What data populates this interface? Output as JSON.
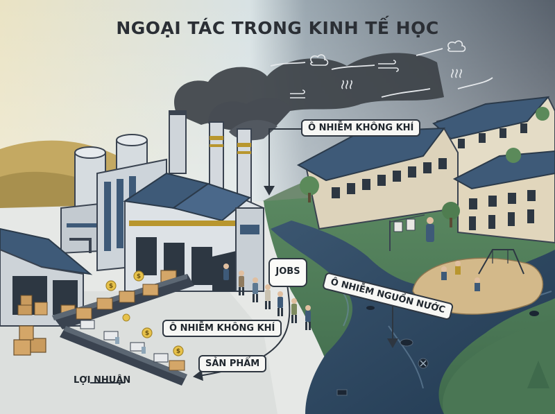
{
  "title": "NGOẠI TÁC TRONG KINH TẾ HỌC",
  "labels": {
    "air_pollution_top": "Ô NHIỄM KHÔNG KHÍ",
    "water_pollution": "Ô NHIỄM NGUỒN NƯỚC",
    "jobs": "JOBS",
    "air_pollution_bottom": "Ô NHIỄM KHÔNG KHÍ",
    "product": "SẢN PHẨM",
    "profit": "LỢI NHUẬN"
  },
  "colors": {
    "sky_left": "#e9e4c8",
    "sky_right": "#5b6470",
    "smoke": "#3d4248",
    "river": "#2f4a63",
    "grass": "#4f7a58",
    "factory_wall": "#c9d0d6",
    "roof": "#3e5a78",
    "accent_gold": "#b8962e"
  },
  "icons": [
    "coin-icon",
    "dollar-icon",
    "smoke-cloud-icon",
    "wind-icon",
    "stench-icon",
    "debris-icon"
  ]
}
